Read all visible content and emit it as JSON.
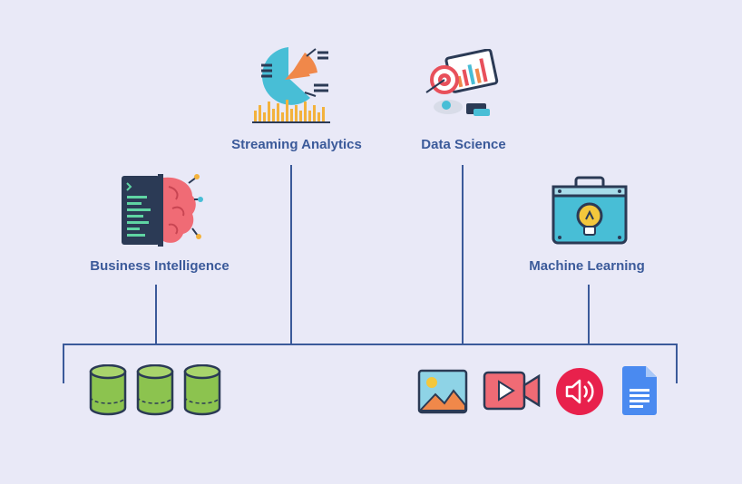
{
  "diagram": {
    "line_color": "#3b5a9a",
    "label_color": "#3b5a9a",
    "nodes": [
      {
        "key": "business_intelligence",
        "label": "Business Intelligence",
        "icon": "brain-code-icon"
      },
      {
        "key": "streaming_analytics",
        "label": "Streaming Analytics",
        "icon": "pie-chart-analytics-icon"
      },
      {
        "key": "data_science",
        "label": "Data Science",
        "icon": "monitor-target-chart-icon"
      },
      {
        "key": "machine_learning",
        "label": "Machine Learning",
        "icon": "lightbulb-briefcase-icon"
      }
    ],
    "sources": {
      "structured": [
        "database-icon",
        "database-icon",
        "database-icon"
      ],
      "unstructured": [
        "image-icon",
        "video-icon",
        "audio-icon",
        "document-icon"
      ]
    }
  }
}
